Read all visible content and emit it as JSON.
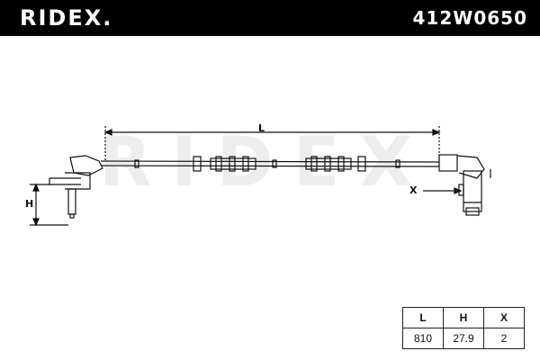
{
  "header": {
    "brand": "RIDEX.",
    "part_number": "412W0650"
  },
  "watermark": "RIDEX",
  "drawing": {
    "labels": {
      "length": "L",
      "height": "H",
      "offset": "X"
    }
  },
  "dimensions_table": {
    "headers": [
      "L",
      "H",
      "X"
    ],
    "values": [
      "810",
      "27.9",
      "2"
    ]
  },
  "colors": {
    "header_bg": "#000000",
    "header_text": "#ffffff",
    "line": "#111111"
  }
}
